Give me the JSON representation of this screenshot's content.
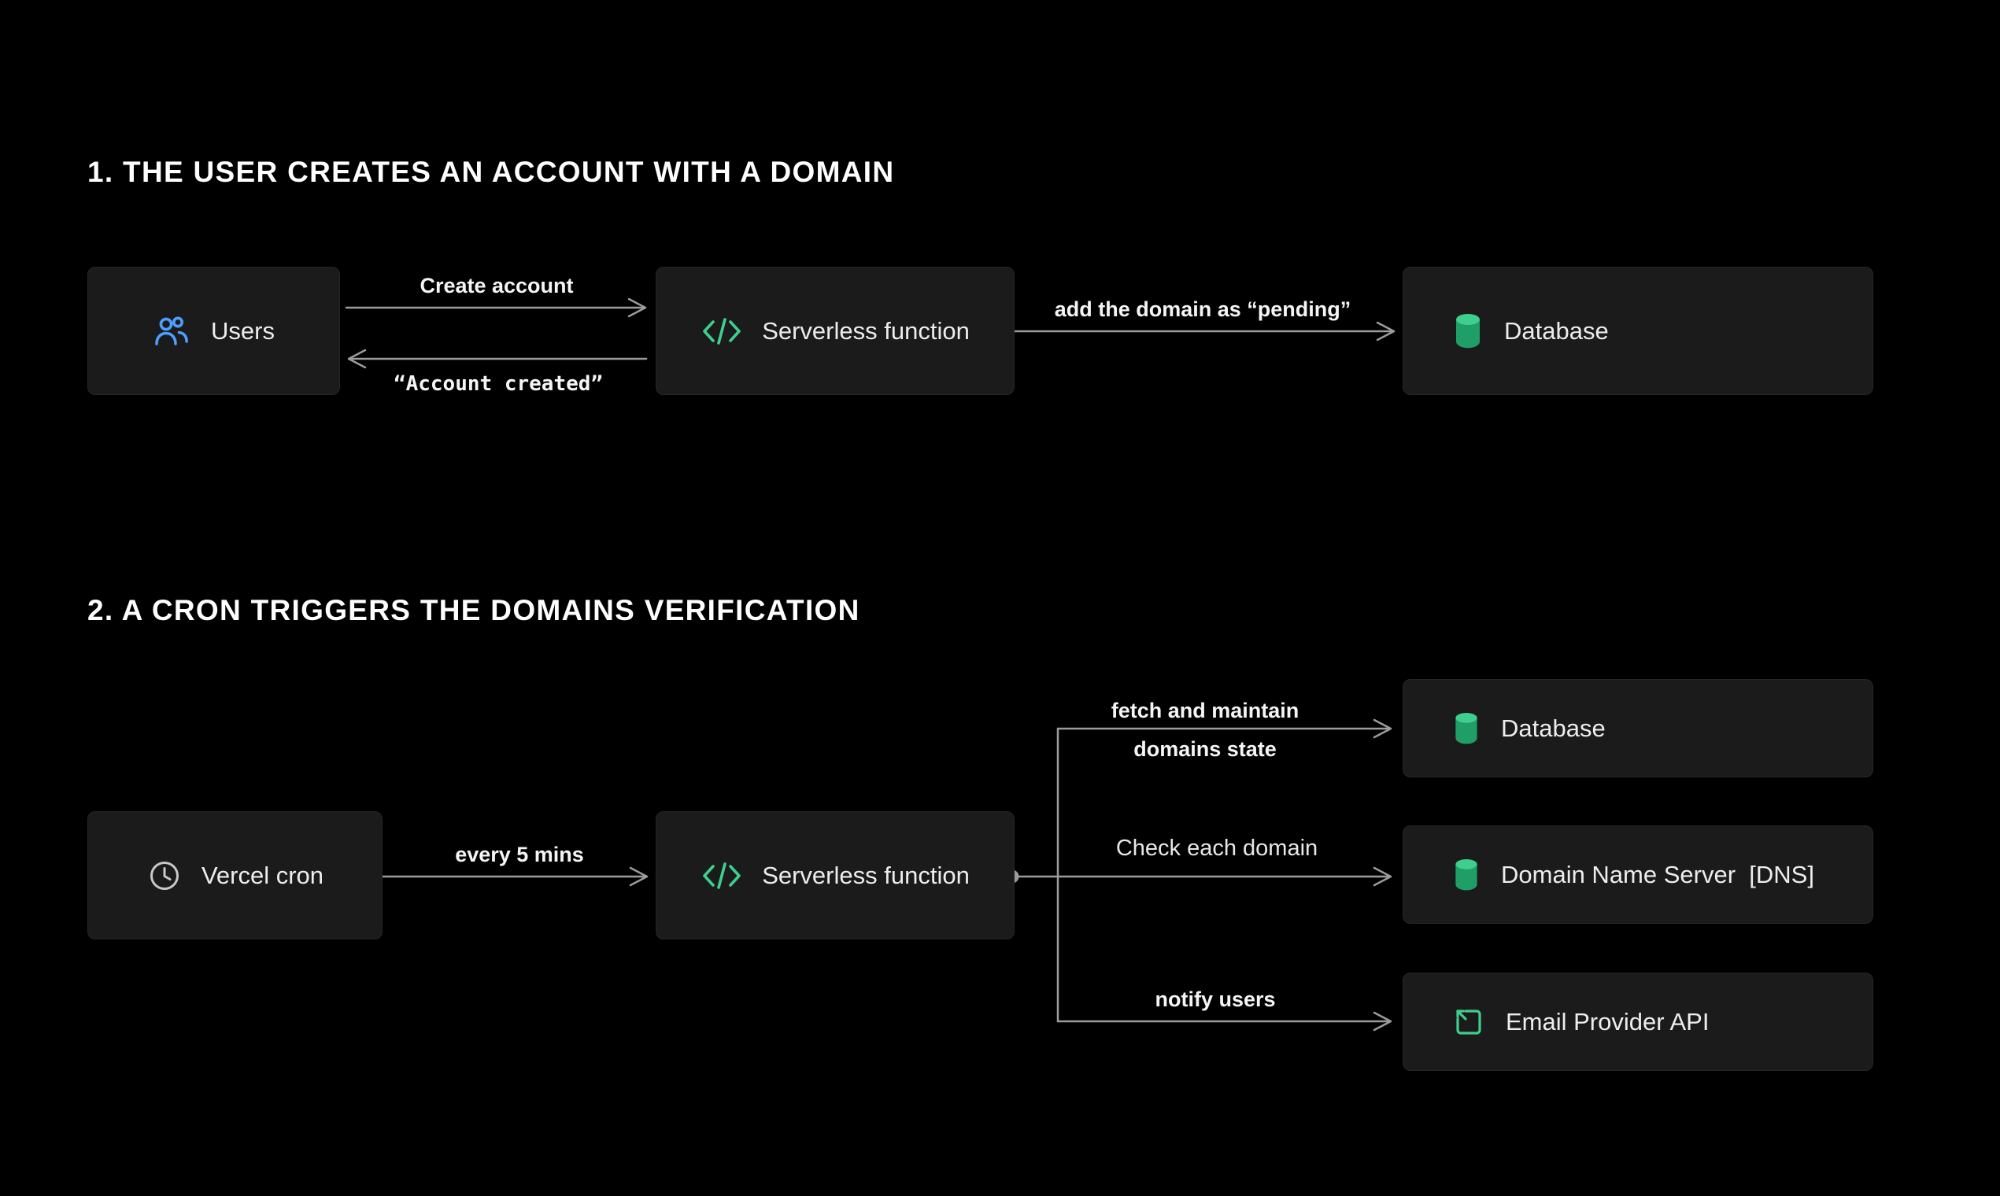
{
  "colors": {
    "background": "#000000",
    "box_background": "#1b1b1b",
    "box_border": "#262626",
    "box_text": "#ededed",
    "heading_text": "#ffffff",
    "label_text": "#f5f5f5",
    "arrow": "#9c9c9c",
    "green": "#3ecf8e",
    "green_dark": "#1f9e68",
    "blue": "#4d9fff",
    "icon_gray": "#c8c8c8"
  },
  "section1": {
    "heading": "1. THE USER CREATES AN ACCOUNT WITH A DOMAIN",
    "nodes": {
      "users": {
        "label": "Users"
      },
      "serverless": {
        "label": "Serverless function"
      },
      "database": {
        "label": "Database"
      }
    },
    "edges": {
      "create_account": "Create account",
      "account_created": "“Account created”",
      "add_domain": "add the domain as “pending”"
    }
  },
  "section2": {
    "heading": "2. A CRON TRIGGERS THE DOMAINS VERIFICATION",
    "nodes": {
      "cron": {
        "label": "Vercel cron"
      },
      "serverless": {
        "label": "Serverless function"
      },
      "database": {
        "label": "Database"
      },
      "dns": {
        "label": "Domain Name Server  [DNS]"
      },
      "email": {
        "label": "Email Provider API"
      }
    },
    "edges": {
      "every_5_mins": "every 5 mins",
      "fetch_line1": "fetch and maintain",
      "fetch_line2": "domains state",
      "check_domain": "Check each domain",
      "notify_users": "notify users"
    }
  }
}
